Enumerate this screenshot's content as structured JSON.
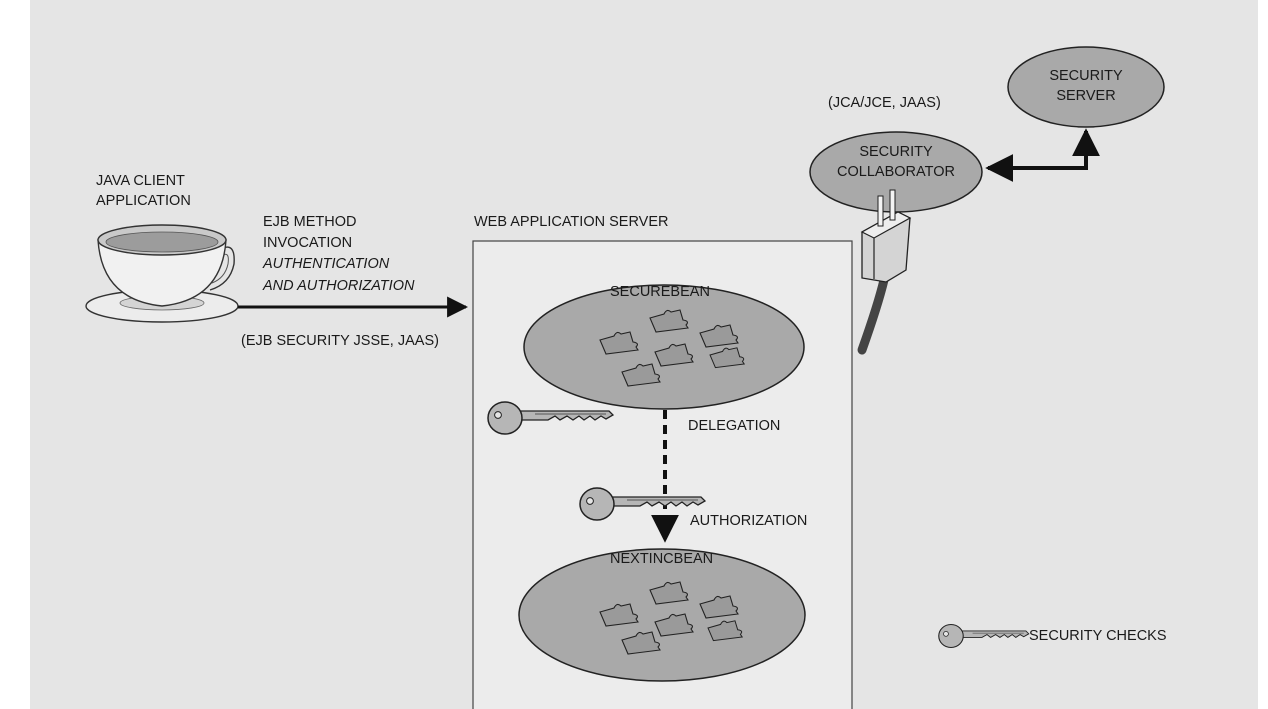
{
  "client": {
    "title_line1": "JAVA CLIENT",
    "title_line2": "APPLICATION"
  },
  "invocation": {
    "line1": "EJB METHOD",
    "line2": "INVOCATION",
    "line3": "AUTHENTICATION",
    "line4": "AND AUTHORIZATION",
    "protocols": "(EJB SECURITY JSSE, JAAS)"
  },
  "server": {
    "title": "WEB APPLICATION SERVER",
    "bean1": "SECUREBEAN",
    "bean2": "NEXTINCBEAN",
    "delegation": "DELEGATION",
    "authorization": "AUTHORIZATION"
  },
  "collaborator": {
    "protocols": "(JCA/JCE, JAAS)",
    "line1": "SECURITY",
    "line2": "COLLABORATOR"
  },
  "security_server": {
    "line1": "SECURITY",
    "line2": "SERVER"
  },
  "legend": {
    "label": "SECURITY CHECKS",
    "icon": "key-icon"
  },
  "colors": {
    "background": "#e5e5e5",
    "bean_fill": "#a9a9a9",
    "key_fill": "#b6b6b6",
    "stroke": "#222222"
  }
}
